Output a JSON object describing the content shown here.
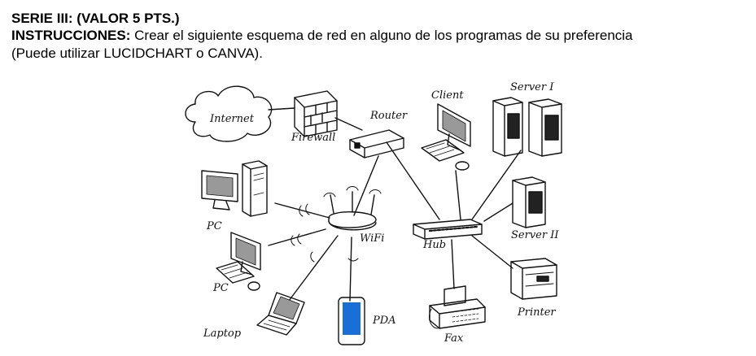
{
  "header": {
    "title": "SERIE III: (VALOR 5 PTS.)",
    "instructions_label": "INSTRUCCIONES:",
    "instructions_text": " Crear el siguiente esquema de red en alguno de los programas de su preferencia",
    "instructions_line2": "(Puede utilizar LUCIDCHART o CANVA)."
  },
  "diagram": {
    "labels": {
      "internet": "Internet",
      "firewall": "Firewall",
      "router": "Router",
      "client": "Client",
      "server1": "Server I",
      "server2": "Server II",
      "pc1": "PC",
      "pc2": "PC",
      "wifi": "WiFi",
      "hub": "Hub",
      "printer": "Printer",
      "laptop": "Laptop",
      "pda": "PDA",
      "fax": "Fax"
    }
  },
  "colors": {
    "pda_screen": "#1a6fd6",
    "ink": "#111111"
  }
}
